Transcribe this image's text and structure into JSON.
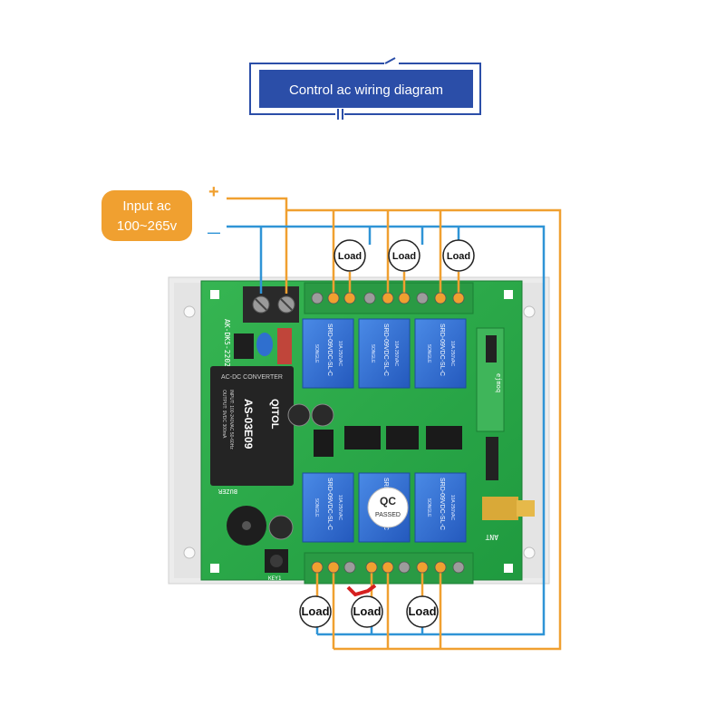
{
  "title": "Control ac wiring diagram",
  "input": {
    "label_line1": "Input ac",
    "label_line2": "100~265v",
    "plus": "+",
    "minus": "—"
  },
  "load_label": "Load",
  "board": {
    "model_text": "AK-DK5-2202U",
    "power_module": {
      "brand": "QITOL",
      "model": "AS-03E09",
      "spec1": "INPUT: 100-240VAC 50-60Hz",
      "spec2": "OUTPUT: 9VDC 300mA",
      "side": "AC-DC CONVERTER"
    },
    "relay_brand": "SONGLE",
    "relay_model": "SRD-09VDC-SL-C",
    "relay_rating1": "10A 250VAC",
    "relay_rating2": "10A 30VDC",
    "qc_line1": "QC",
    "qc_line2": "PASSED",
    "buzzer_label": "BUZER",
    "key_label": "KEY1",
    "ant_label": "ANT",
    "module_label": "ejmoq"
  },
  "colors": {
    "orange": "#f0a030",
    "blue": "#2f94d6",
    "pcb": "#2ea84a",
    "relay": "#2f6fcf",
    "title_bg": "#2b4ea8"
  }
}
